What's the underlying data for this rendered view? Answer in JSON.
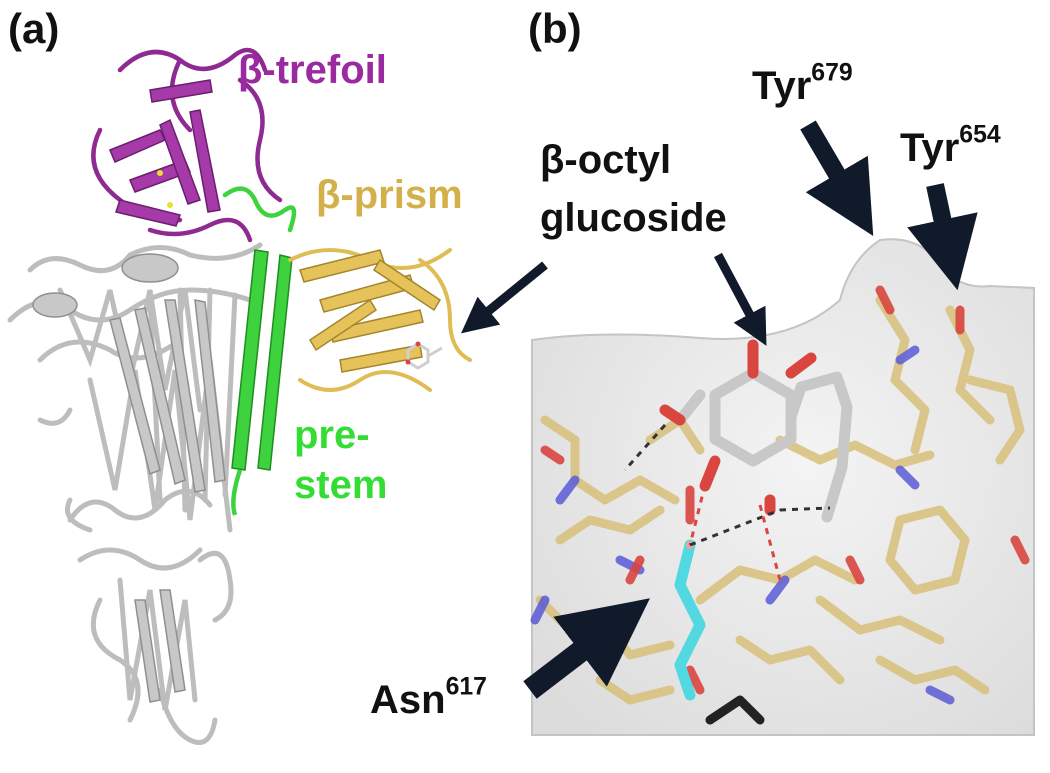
{
  "panels": {
    "a": "(a)",
    "b": "(b)"
  },
  "domains": {
    "trefoil": {
      "text": "β-trefoil",
      "color": "#9a2a9f"
    },
    "prism": {
      "text": "β-prism",
      "color": "#d4b04a"
    },
    "prestem_line1": {
      "text": "pre-",
      "color": "#33dd33"
    },
    "prestem_line2": {
      "text": "stem",
      "color": "#33dd33"
    }
  },
  "ligand": {
    "line1": "β-octyl",
    "line2": "glucoside"
  },
  "residues": {
    "tyr679": {
      "name": "Tyr",
      "num": "679"
    },
    "tyr654": {
      "name": "Tyr",
      "num": "654"
    },
    "asn617": {
      "name": "Asn",
      "num": "617"
    }
  },
  "colors": {
    "gray_body": "#b9b9b9",
    "trefoil": "#8e2a92",
    "prism": "#e0bc55",
    "prestem": "#3ed23e",
    "arrow": "#111a2b",
    "stick_c": "#d8c07a",
    "stick_n": "#5a5ad6",
    "stick_o": "#d9453f",
    "asn": "#52d8e0",
    "ligand": "#c8c8c8"
  }
}
